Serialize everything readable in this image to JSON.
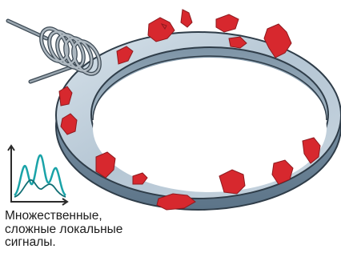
{
  "caption": {
    "lines": [
      "Множественные,",
      "сложные локальные",
      "сигналы."
    ]
  },
  "icons": {
    "coil": "wire-coil-icon",
    "signal": "signal-plot-icon",
    "ring": "ring-specimen-icon"
  },
  "colors": {
    "ring_top": "#b9c9d6",
    "ring_side": "#6b8498",
    "defect": "#d7282e",
    "coil_wire": "#7d8790",
    "signal_line": "#1aa3a8",
    "text": "#1c1c1c"
  }
}
